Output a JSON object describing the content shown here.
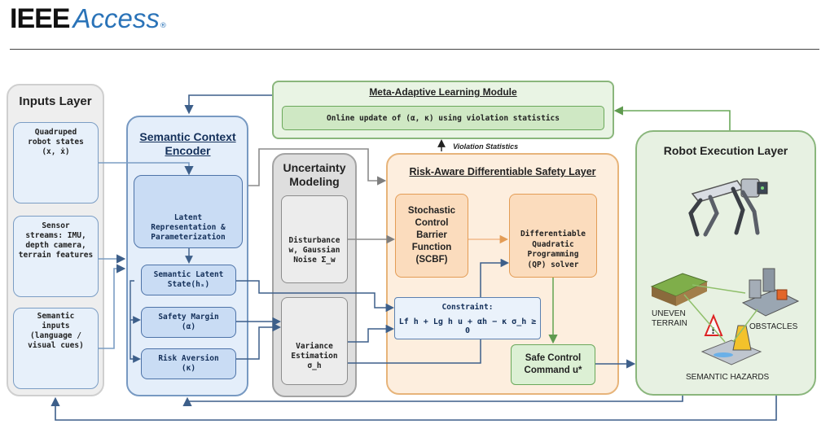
{
  "header": {
    "brand_ieee": "IEEE",
    "brand_access": "Access",
    "trademark": "®"
  },
  "inputs_layer": {
    "title": "Inputs Layer",
    "robot_states": "Quadruped\nrobot states\n(x, ẋ)",
    "sensor_streams": "Sensor\nstreams: IMU,\ndepth camera,\nterrain features",
    "semantic_inputs": "Semantic\ninputs\n(language /\nvisual cues)"
  },
  "encoder": {
    "title": "Semantic Context\nEncoder",
    "latent": "Latent\nRepresentation &\nParameterization",
    "latent_state": "Semantic Latent\nState(hₛ)",
    "safety_margin": "Safety Margin\n(α)",
    "risk_aversion": "Risk Aversion\n(κ)"
  },
  "uncertainty": {
    "title": "Uncertainty\nModeling",
    "disturbance": "Disturbance\nw, Gaussian\nNoise Σ_w",
    "variance": "Variance\nEstimation\nσ_h"
  },
  "risk_layer": {
    "title": "Risk-Aware Differentiable Safety Layer",
    "scbf": "Stochastic\nControl\nBarrier\nFunction\n(SCBF)",
    "qp": "Differentiable\nQuadratic\nProgramming\n(QP) solver",
    "constraint_title": "Constraint:",
    "constraint_expr": "Lf h + Lg h u + αh − κ σ_h ≥ 0",
    "safe_command": "Safe Control\nCommand u*"
  },
  "meta": {
    "title": "Meta-Adaptive Learning Module",
    "update": "Online update of (α, κ) using violation statistics",
    "violation": "Violation Statistics"
  },
  "robot": {
    "title": "Robot Execution Layer",
    "uneven": "UNEVEN\nTERRAIN",
    "obstacles": "OBSTACLES",
    "hazards": "SEMANTIC HAZARDS"
  },
  "colors": {
    "blue_stroke": "#3d5f8a",
    "green_stroke": "#6aa85a",
    "orange_stroke": "#e39c55",
    "grey_stroke": "#8c8c8c"
  }
}
